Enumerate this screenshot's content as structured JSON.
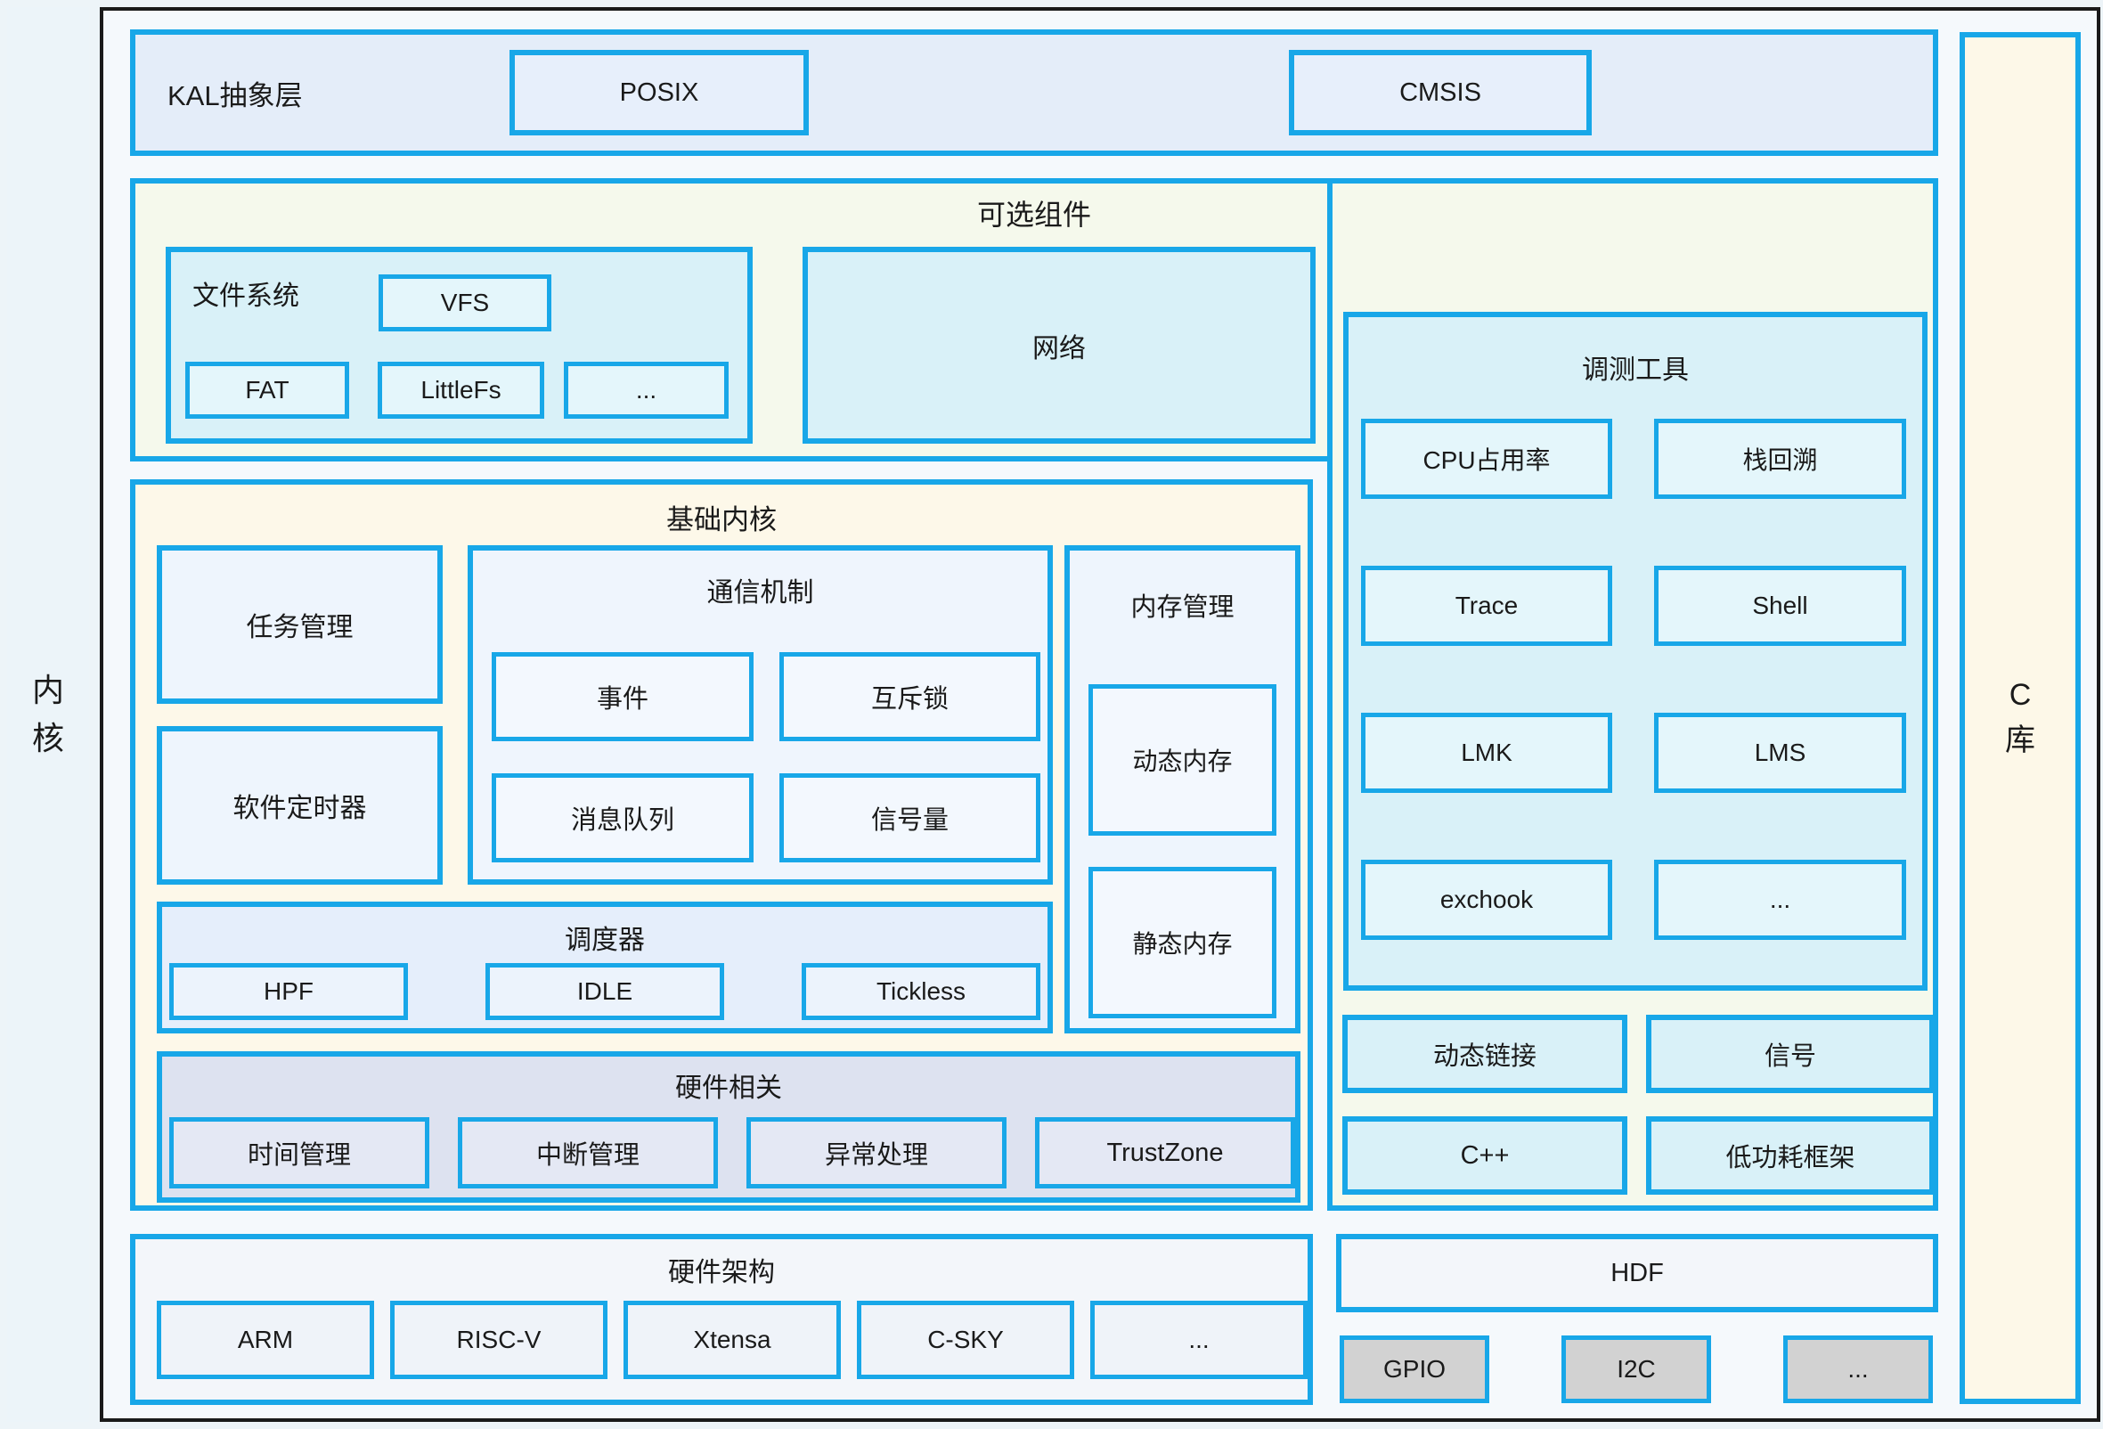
{
  "side": {
    "kernel_label": "内核",
    "clib_label": "C库"
  },
  "kal": {
    "label": "KAL抽象层",
    "posix": "POSIX",
    "cmsis": "CMSIS"
  },
  "optional": {
    "title": "可选组件",
    "filesystem": {
      "title": "文件系统",
      "vfs": "VFS",
      "items": [
        "FAT",
        "LittleFs",
        "..."
      ]
    },
    "network": "网络"
  },
  "debug": {
    "title": "调测工具",
    "items": [
      "CPU占用率",
      "栈回溯",
      "Trace",
      "Shell",
      "LMK",
      "LMS",
      "exchook",
      "..."
    ]
  },
  "extras": {
    "items": [
      "动态链接",
      "信号",
      "C++",
      "低功耗框架"
    ]
  },
  "core": {
    "title": "基础内核",
    "task": "任务管理",
    "swtimer": "软件定时器",
    "ipc": {
      "title": "通信机制",
      "items": [
        "事件",
        "互斥锁",
        "消息队列",
        "信号量"
      ]
    },
    "memory": {
      "title": "内存管理",
      "items": [
        "动态内存",
        "静态内存"
      ]
    },
    "scheduler": {
      "title": "调度器",
      "items": [
        "HPF",
        "IDLE",
        "Tickless"
      ]
    },
    "hardware": {
      "title": "硬件相关",
      "items": [
        "时间管理",
        "中断管理",
        "异常处理",
        "TrustZone"
      ]
    }
  },
  "arch": {
    "title": "硬件架构",
    "items": [
      "ARM",
      "RISC-V",
      "Xtensa",
      "C-SKY",
      "..."
    ]
  },
  "hdf": {
    "title": "HDF",
    "items": [
      "GPIO",
      "I2C",
      "..."
    ]
  },
  "colors": {
    "accent_blue": "#18a7e8",
    "outline_black": "#1a1a1a",
    "cream": "#fdf8e9",
    "cyan_panel": "#d9f1f8",
    "cyan_item": "#e4f6fb",
    "yellow_green": "#f5f9ec",
    "periwinkle": "#e4edf9",
    "light_blue_panel": "#eef5fd",
    "light_blue_item": "#f3f8fe",
    "scheduler_blue": "#e5eefb",
    "lavender": "#dde2f0",
    "lavender_item": "#e4e8f4",
    "arch_panel": "#f3f6fa",
    "arch_item": "#eff3f9",
    "gray_item": "#d2d2d2"
  }
}
